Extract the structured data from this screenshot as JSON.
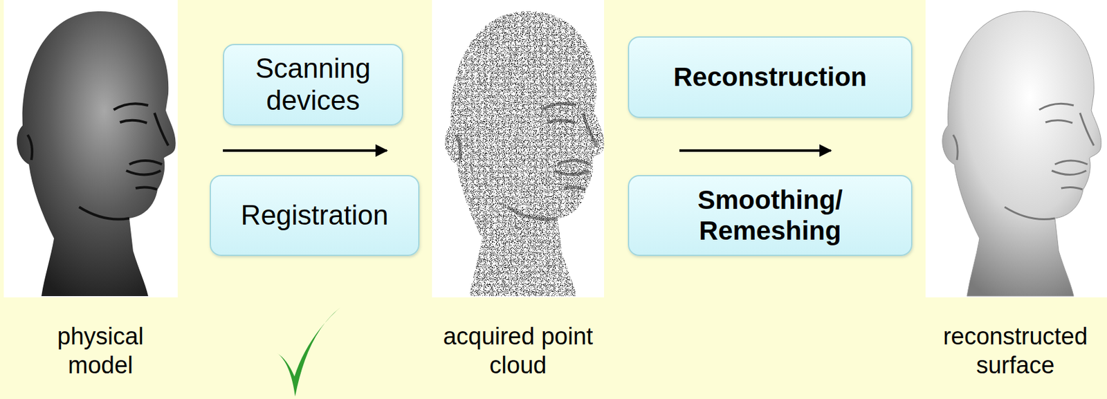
{
  "diagram": {
    "nodes": [
      {
        "text": [
          "Scanning devices"
        ]
      },
      {
        "text": [
          "Registration"
        ]
      },
      {
        "text": [
          "Reconstruction"
        ]
      },
      {
        "text": [
          "Smoothing/ Remeshing"
        ]
      }
    ],
    "labels": [
      "physical model",
      "acquired point cloud",
      "reconstructed surface"
    ]
  }
}
